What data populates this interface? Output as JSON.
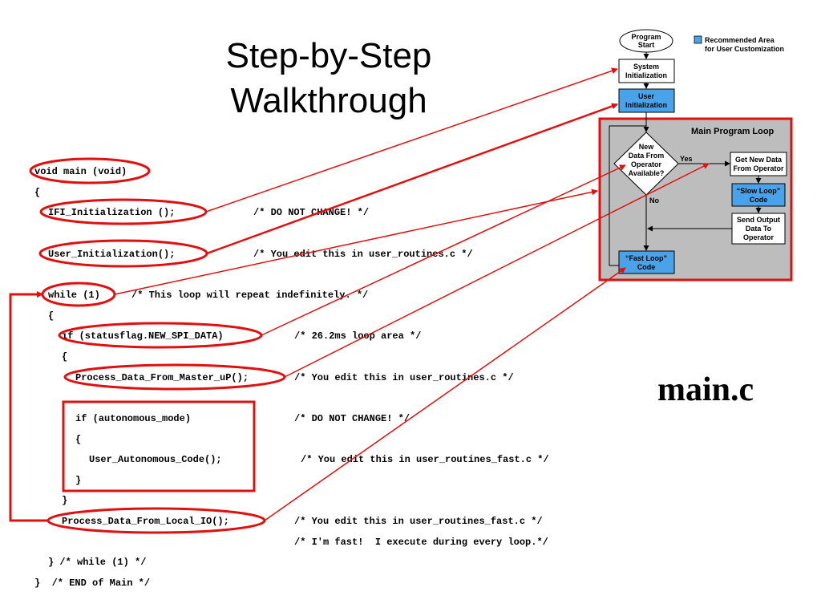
{
  "title": {
    "line1": "Step-by-Step",
    "line2": "Walkthrough"
  },
  "file_label": "main.c",
  "code": {
    "void_main": "void main (void)",
    "open_brace_main": "{",
    "ifi_init_call": "IFI_Initialization ();",
    "ifi_init_comment": "/* DO NOT CHANGE! */",
    "user_init_call": "User_Initialization();",
    "user_init_comment": "/* You edit this in user_routines.c */",
    "while_stmt": "while (1)",
    "while_comment": "/* This loop will repeat indefinitely. */",
    "while_open_brace": "{",
    "if_spi": "if (statusflag.NEW_SPI_DATA)",
    "if_spi_comment": "/* 26.2ms loop area */",
    "if_spi_open_brace": "{",
    "process_master": "Process_Data_From_Master_uP();",
    "process_master_comment": "/* You edit this in user_routines.c */",
    "if_autonomous": "if (autonomous_mode)",
    "if_autonomous_comment": "/* DO NOT CHANGE! */",
    "auto_open_brace": "{",
    "user_autonomous": "User_Autonomous_Code();",
    "user_autonomous_comment": "/* You edit this in user_routines_fast.c */",
    "auto_close_brace": "}",
    "if_spi_close_brace": "}",
    "process_local": "Process_Data_From_Local_IO();",
    "process_local_comment1": "/* You edit this in user_routines_fast.c */",
    "process_local_comment2": "/* I'm fast!  I execute during every loop.*/",
    "while_close": "} /* while (1) */",
    "main_close": "}  /* END of Main */"
  },
  "flowchart": {
    "legend": {
      "line1": "Recommended Area",
      "line2": "for User Customization",
      "color": "#4aa3e8"
    },
    "program_start": {
      "line1": "Program",
      "line2": "Start"
    },
    "system_init": {
      "line1": "System",
      "line2": "Initialization"
    },
    "user_init": {
      "line1": "User",
      "line2": "Initialization"
    },
    "loop_title": "Main Program Loop",
    "decision": {
      "line1": "New",
      "line2": "Data From",
      "line3": "Operator",
      "line4": "Available?"
    },
    "yes_label": "Yes",
    "no_label": "No",
    "get_new_data": {
      "line1": "Get New Data",
      "line2": "From Operator"
    },
    "slow_loop": {
      "line1": "“Slow Loop”",
      "line2": "Code"
    },
    "send_output": {
      "line1": "Send Output",
      "line2": "Data To",
      "line3": "Operator"
    },
    "fast_loop": {
      "line1": "“Fast Loop”",
      "line2": "Code"
    }
  },
  "colors": {
    "highlight_red": "#e01010",
    "user_blue": "#4aa3e8",
    "loop_gray": "#bdbdbd"
  }
}
